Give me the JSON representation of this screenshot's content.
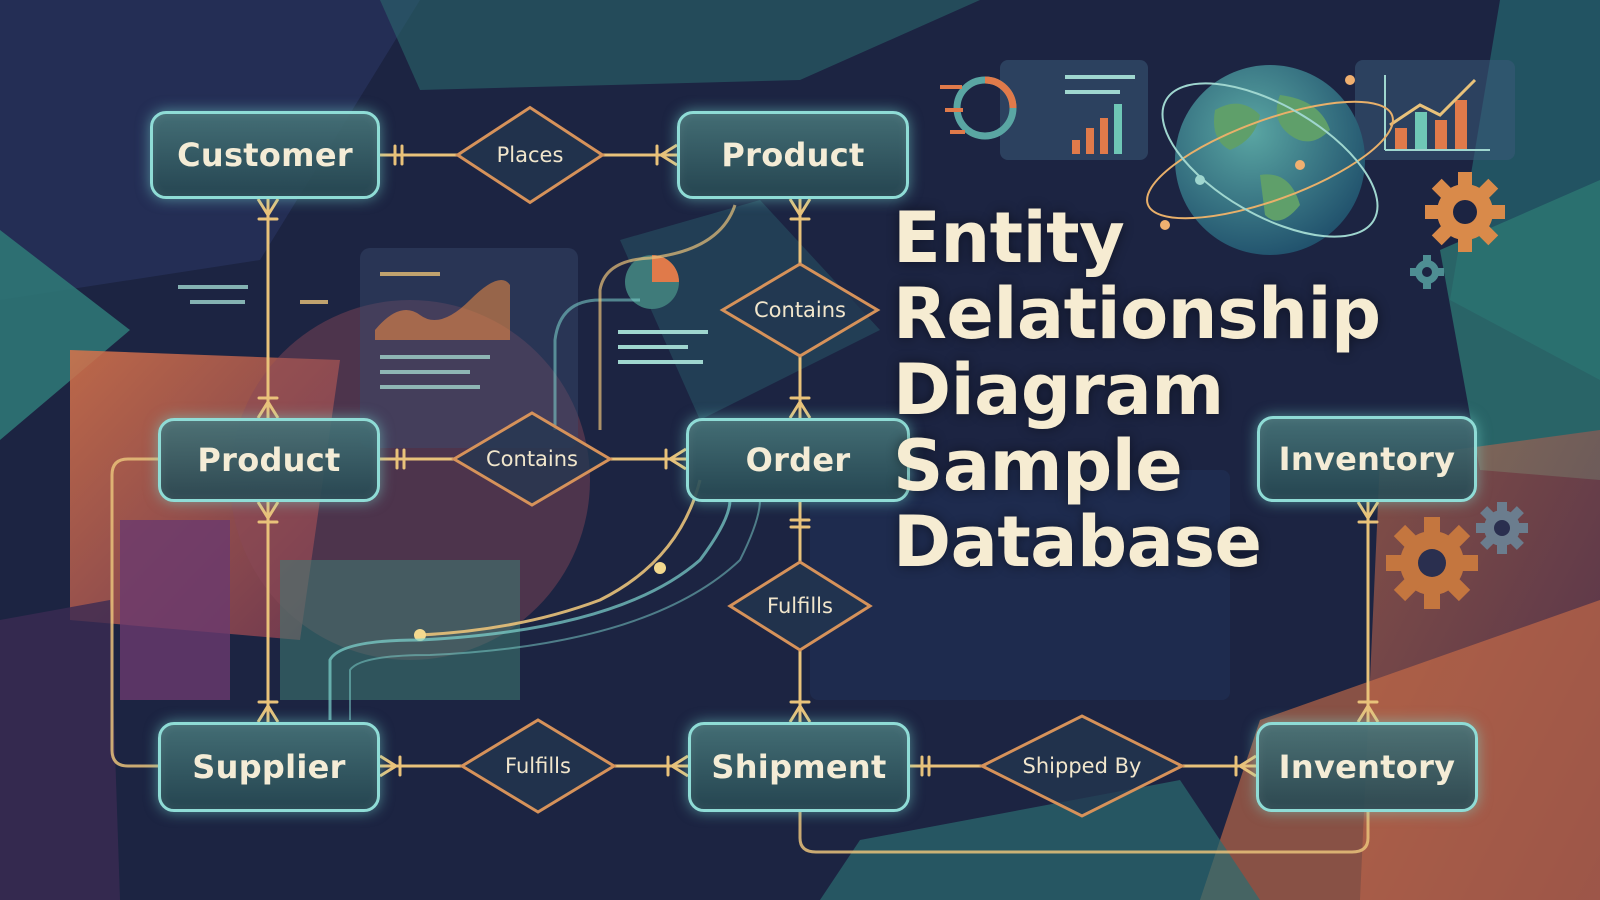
{
  "title": {
    "lines": [
      "Entity",
      "Relationship",
      "Diagram",
      "Sample",
      "Database"
    ]
  },
  "entities": {
    "customer": "Customer",
    "product_top": "Product",
    "product_mid": "Product",
    "order": "Order",
    "inventory_mid": "Inventory",
    "supplier": "Supplier",
    "shipment": "Shipment",
    "inventory_bottom": "Inventory"
  },
  "relationships": {
    "places": "Places",
    "contains_right": "Contains",
    "contains_left": "Contains",
    "fulfills_vertical": "Fulfills",
    "fulfills_bottom": "Fulfills",
    "shipped_by": "Shipped By"
  },
  "icons": [
    "globe-icon",
    "gear-icon",
    "bar-chart-icon",
    "pie-chart-icon",
    "dashboard-icon"
  ],
  "colors": {
    "background": "#1b2340",
    "entity_border": "#8fdcd6",
    "connector": "#e9c27a",
    "relationship_border": "#d6925a",
    "text": "#f4ecd6"
  }
}
